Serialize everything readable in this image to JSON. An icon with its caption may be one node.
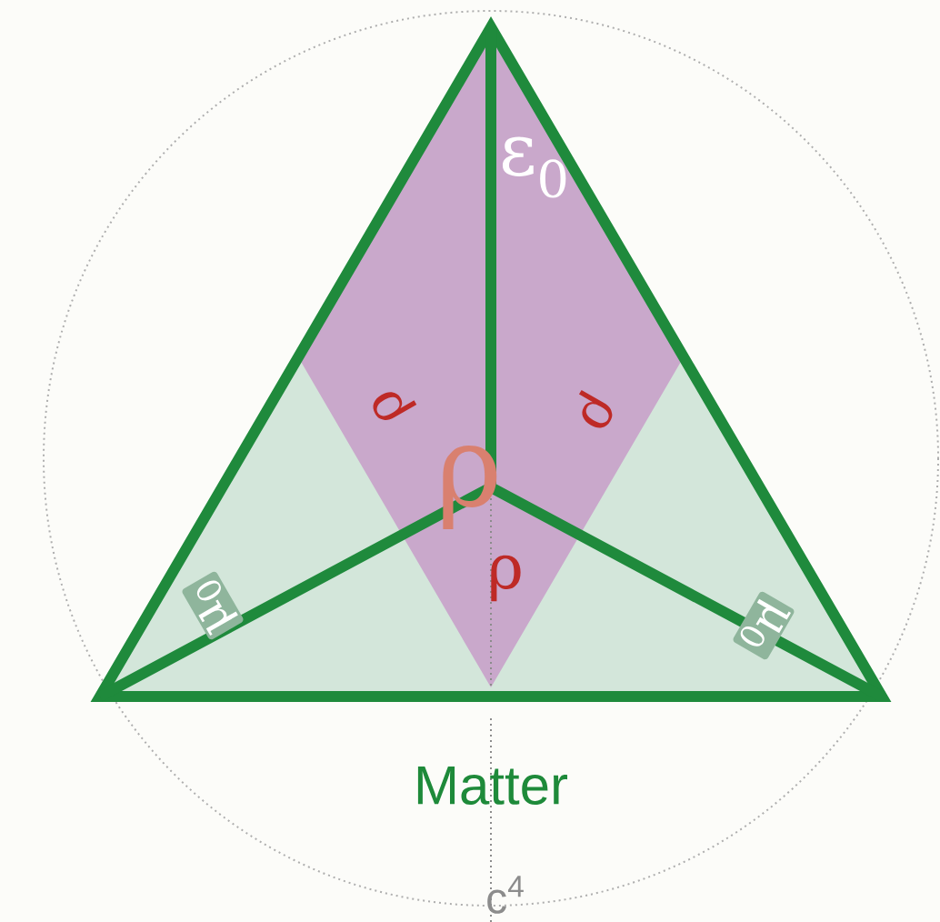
{
  "diagram": {
    "labels": [
      "ε$_{0}$",
      "ρ",
      "ρ",
      "ρ",
      "ρ",
      "μ$_{0}$",
      "μ$_{0}$",
      "Matter",
      "c$^{4}$"
    ]
  }
}
